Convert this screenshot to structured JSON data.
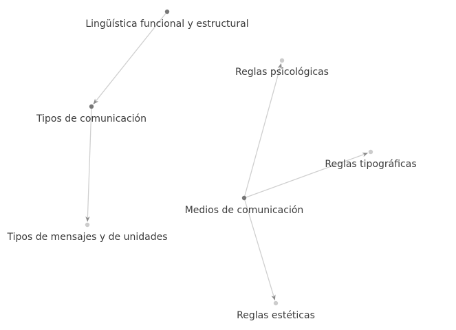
{
  "graph": {
    "nodes": [
      {
        "id": "n1",
        "label": "Lingüística funcional y estructural",
        "color": "#777777"
      },
      {
        "id": "n2",
        "label": "Tipos de comunicación",
        "color": "#777777"
      },
      {
        "id": "n3",
        "label": "Tipos de mensajes y de unidades",
        "color": "#cccccc"
      },
      {
        "id": "n4",
        "label": "Medios de comunicación",
        "color": "#777777"
      },
      {
        "id": "n5",
        "label": "Reglas psicológicas",
        "color": "#cccccc"
      },
      {
        "id": "n6",
        "label": "Reglas tipográficas",
        "color": "#cccccc"
      },
      {
        "id": "n7",
        "label": "Reglas estéticas",
        "color": "#cccccc"
      }
    ],
    "edges": [
      {
        "from": "n1",
        "to": "n2"
      },
      {
        "from": "n2",
        "to": "n3"
      },
      {
        "from": "n4",
        "to": "n5"
      },
      {
        "from": "n4",
        "to": "n6"
      },
      {
        "from": "n4",
        "to": "n7"
      }
    ],
    "edge_color": "#cfcfcf",
    "arrow_color": "#8a8a8a"
  }
}
